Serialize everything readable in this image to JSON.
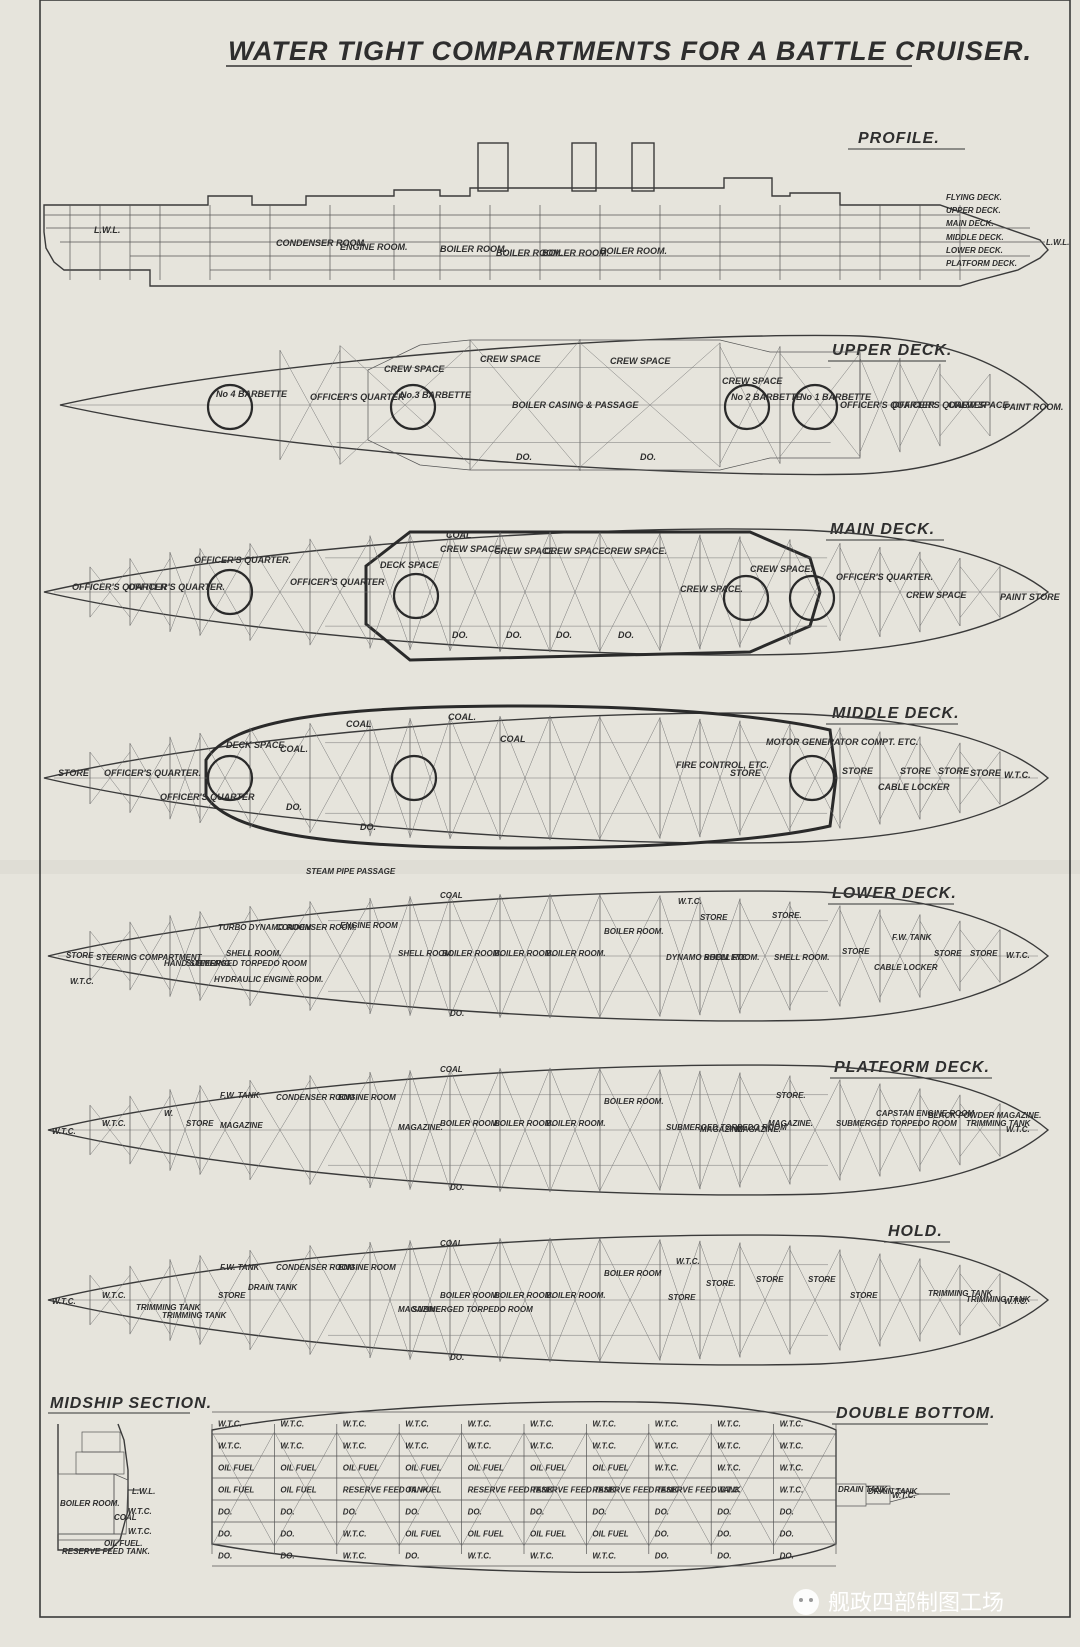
{
  "title": "WATER TIGHT COMPARTMENTS FOR A BATTLE CRUISER.",
  "watermark": "舰政四部制图工场",
  "sections": {
    "profile": "PROFILE.",
    "upper": "UPPER DECK.",
    "main": "MAIN DECK.",
    "middle": "MIDDLE DECK.",
    "lower": "LOWER DECK.",
    "platform": "PLATFORM DECK.",
    "hold": "HOLD.",
    "midship": "MIDSHIP SECTION.",
    "double": "DOUBLE BOTTOM."
  },
  "profile": {
    "deck_labels": [
      "FLYING DECK.",
      "UPPER DECK.",
      "MAIN DECK.",
      "MIDDLE DECK.",
      "LOWER DECK.",
      "PLATFORM DECK."
    ],
    "lwl": "L.W.L.",
    "lwl_right": "L.W.L.",
    "rooms": [
      "CONDENSER ROOM.",
      "ENGINE ROOM.",
      "BOILER ROOM.",
      "BOILER ROOM.",
      "BOILER ROOM.",
      "BOILER ROOM."
    ]
  },
  "upper_deck": {
    "rooms": [
      "No 4 BARBETTE",
      "OFFICER'S QUARTER",
      "CREW SPACE",
      "No.3 BARBETTE",
      "CREW SPACE",
      "CREW SPACE",
      "BOILER CASING & PASSAGE",
      "CREW SPACE",
      "No 2 BARBETTE",
      "No 1 BARBETTE",
      "OFFICER'S QUARTER",
      "OFFICER'S QUARTER",
      "CREW SPACE",
      "PAINT ROOM.",
      "DO.",
      "DO."
    ]
  },
  "main_deck": {
    "rooms": [
      "OFFICER'S QUARTER",
      "OFFICER'S QUARTER.",
      "OFFICER'S QUARTER.",
      "OFFICER'S QUARTER",
      "DECK SPACE",
      "COAL",
      "CREW SPACE.",
      "CREW SPACE.",
      "CREW SPACE",
      "CREW SPACE.",
      "CREW SPACE.",
      "CREW SPACE.",
      "OFFICER'S QUARTER.",
      "CREW SPACE",
      "PAINT STORE",
      "DO.",
      "DO.",
      "DO.",
      "DO."
    ]
  },
  "middle_deck": {
    "rooms": [
      "STORE",
      "OFFICER'S QUARTER.",
      "OFFICER'S QUARTER",
      "DECK SPACE",
      "COAL.",
      "COAL",
      "COAL.",
      "COAL",
      "DO.",
      "DO.",
      "FIRE CONTROL, ETC.",
      "STORE",
      "MOTOR GENERATOR COMPT. ETC.",
      "STORE",
      "CABLE LOCKER",
      "STORE",
      "STORE",
      "STORE",
      "W.T.C."
    ]
  },
  "lower_deck": {
    "rooms": [
      "STEAM PIPE PASSAGE",
      "STORE",
      "STEERING COMPARTMENT",
      "W.T.C.",
      "HAND STEERING",
      "SUBMERGED TORPEDO ROOM",
      "TURBO DYNAMO ROOM",
      "SHELL ROOM.",
      "HYDRAULIC ENGINE ROOM.",
      "CONDENSER ROOM.",
      "ENGINE ROOM",
      "SHELL ROOM.",
      "BOILER ROOM.",
      "BOILER ROOM.",
      "BOILER ROOM.",
      "BOILER ROOM.",
      "DYNAMO ROOM ETC.",
      "STORE",
      "SHELL ROOM.",
      "STORE.",
      "SHELL ROOM.",
      "STORE",
      "CABLE LOCKER",
      "F.W. TANK",
      "STORE",
      "STORE",
      "W.T.C.",
      "COAL",
      "W.T.C.",
      "DO."
    ]
  },
  "platform_deck": {
    "rooms": [
      "W.T.C.",
      "W.T.C.",
      "W.",
      "STORE",
      "F.W. TANK",
      "MAGAZINE",
      "CONDENSER ROOM",
      "ENGINE ROOM",
      "MAGAZINE.",
      "BOILER ROOM.",
      "BOILER ROOM.",
      "BOILER ROOM.",
      "BOILER ROOM.",
      "SUBMERGED TORPEDO ROOM",
      "MAGAZINE.",
      "MAGAZINE.",
      "STORE.",
      "MAGAZINE.",
      "SUBMERGED TORPEDO ROOM",
      "CAPSTAN ENGINE ROOM",
      "BLACK POWDER MAGAZINE.",
      "TRIMMING TANK",
      "W.T.C.",
      "COAL",
      "DO."
    ]
  },
  "hold": {
    "rooms": [
      "W.T.C.",
      "W.T.C.",
      "TRIMMING TANK",
      "TRIMMING TANK",
      "F.W. TANK",
      "STORE",
      "DRAIN TANK",
      "CONDENSER ROOM",
      "ENGINE ROOM",
      "MAGAZINE.",
      "SUBMERGED TORPEDO ROOM",
      "BOILER ROOM.",
      "BOILER ROOM.",
      "BOILER ROOM.",
      "BOILER ROOM",
      "W.T.C.",
      "STORE",
      "STORE.",
      "STORE",
      "STORE",
      "STORE",
      "TRIMMING TANK",
      "TRIMMING TANK",
      "W.T.C.",
      "COAL",
      "DO."
    ]
  },
  "midship": {
    "labels": [
      "L.W.L.",
      "BOILER ROOM.",
      "COAL",
      "W.T.C.",
      "W.T.C.",
      "OIL FUEL.",
      "RESERVE FEED TANK."
    ]
  },
  "double_bottom": {
    "rows": [
      [
        "W.T.C.",
        "W.T.C.",
        "W.T.C.",
        "W.T.C.",
        "W.T.C.",
        "W.T.C.",
        "W.T.C.",
        "W.T.C.",
        "W.T.C.",
        "W.T.C."
      ],
      [
        "W.T.C.",
        "W.T.C.",
        "W.T.C.",
        "W.T.C.",
        "W.T.C.",
        "W.T.C.",
        "W.T.C.",
        "W.T.C.",
        "W.T.C.",
        "W.T.C."
      ],
      [
        "OIL FUEL",
        "OIL FUEL",
        "OIL FUEL",
        "OIL FUEL",
        "OIL FUEL",
        "OIL FUEL",
        "OIL FUEL",
        "W.T.C.",
        "W.T.C.",
        "W.T.C."
      ],
      [
        "OIL FUEL",
        "OIL FUEL",
        "RESERVE FEED TANK",
        "OIL FUEL",
        "RESERVE FEED TANK",
        "RESERVE FEED TANK",
        "RESERVE FEED TANK",
        "RESERVE FEED TANK",
        "W.T.C.",
        "W.T.C."
      ],
      [
        "DO.",
        "DO.",
        "DO.",
        "DO.",
        "DO.",
        "DO.",
        "DO.",
        "DO.",
        "DO.",
        "DO."
      ],
      [
        "DO.",
        "DO.",
        "W.T.C.",
        "OIL FUEL",
        "OIL FUEL",
        "OIL FUEL",
        "OIL FUEL",
        "DO.",
        "DO.",
        "DO."
      ],
      [
        "DO.",
        "DO.",
        "W.T.C.",
        "DO.",
        "W.T.C.",
        "W.T.C.",
        "W.T.C.",
        "DO.",
        "DO.",
        "DO."
      ]
    ],
    "aft": [
      "DRAIN TANK",
      "DRAIN TANK",
      "W.T.C."
    ]
  }
}
